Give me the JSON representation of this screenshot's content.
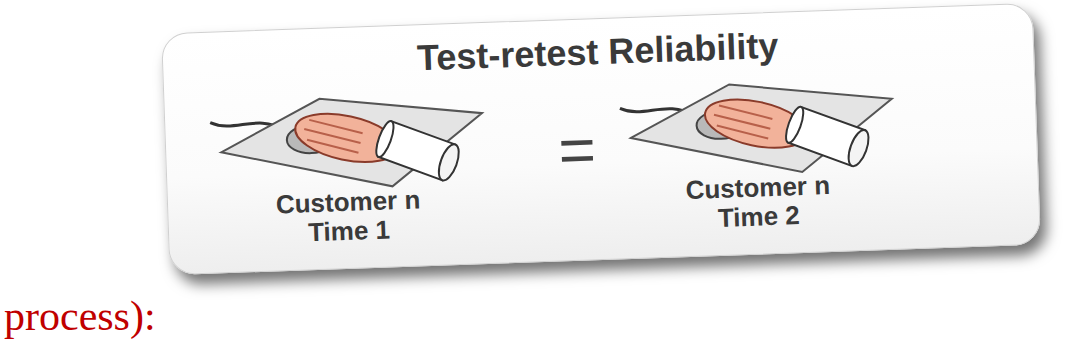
{
  "diagram": {
    "title": "Test-retest Reliability",
    "labels": [
      "Customer n Time 1",
      "=",
      "Customer n Time 2",
      "process):"
    ]
  }
}
